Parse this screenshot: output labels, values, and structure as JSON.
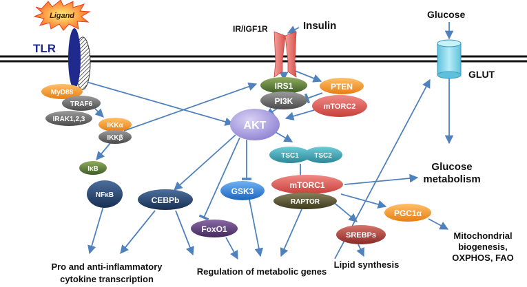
{
  "labels": {
    "ligand": "Ligand",
    "tlr": "TLR",
    "ir_igf1r": "IR/IGF1R",
    "insulin": "Insulin",
    "glucose": "Glucose",
    "glut": "GLUT",
    "glucose_metabolism_1": "Glucose",
    "glucose_metabolism_2": "metabolism",
    "mito_1": "Mitochondrial",
    "mito_2": "biogenesis,",
    "mito_3": "OXPHOS, FAO",
    "lipid": "Lipid synthesis",
    "regulation": "Regulation of metabolic genes",
    "cytokine_1": "Pro and anti-inflammatory",
    "cytokine_2": "cytokine transcription"
  },
  "nodes": {
    "myd88": "MyD88",
    "traf6": "TRAF6",
    "irak": "IRAK1,2,3",
    "ikka": "IKKα",
    "ikkb": "IKKβ",
    "ikb": "IκB",
    "nfkb": "NFκB",
    "irs1": "IRS1",
    "pten": "PTEN",
    "pi3k": "PI3K",
    "mtorc2": "mTORC2",
    "akt": "AKT",
    "tsc1": "TSC1",
    "tsc2": "TSC2",
    "mtorc1": "mTORC1",
    "raptor": "RAPTOR",
    "gsk3": "GSK3",
    "cebpb": "CEBPb",
    "foxo1": "FoxO1",
    "pgc1a": "PGC1α",
    "srebps": "SREBPs"
  },
  "colors": {
    "arrow": "#4f81bd",
    "tlr": "#1f2a8c",
    "receptor": "#e8736f",
    "glut": "#7fd3e8",
    "akt": "#9b8fd9",
    "orange": "#f39c3a",
    "gray": "#6d6d6d",
    "olive": "#5a7a3a",
    "teal": "#3aa0b0",
    "navy": "#26456e",
    "red": "#d9534f",
    "blue": "#2f7fd9",
    "purple": "#5d3f7a",
    "brown": "#a83c36",
    "darkolive": "#55502c"
  }
}
